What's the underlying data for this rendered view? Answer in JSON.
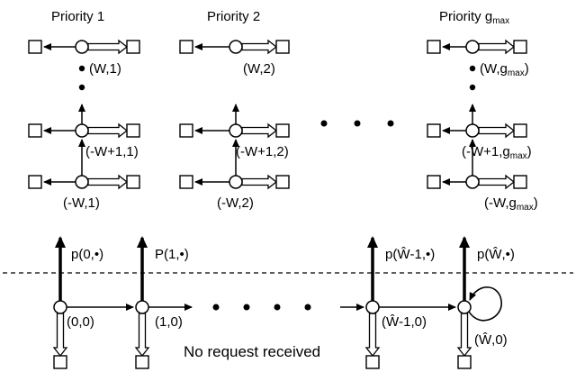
{
  "columns": [
    {
      "title": "Priority 1",
      "labels": {
        "top": "(W,1)",
        "mid": "(-W+1,1)",
        "bottom": "(-W,1)"
      }
    },
    {
      "title": "Priority 2",
      "labels": {
        "top": "(W,2)",
        "mid": "(-W+1,2)",
        "bottom": "(-W,2)"
      }
    },
    {
      "title_main": "Priority g",
      "title_sub": "max",
      "labels": {
        "top_main": "(W,g",
        "top_sub": "max",
        "top_end": ")",
        "mid_main": "(-W+1,g",
        "mid_sub": "max",
        "mid_end": ")",
        "bottom_main": "(-W,g",
        "bottom_sub": "max",
        "bottom_end": ")"
      }
    }
  ],
  "lower": {
    "states": [
      "(0,0)",
      "(1,0)",
      "(Ŵ-1,0)",
      "(Ŵ,0)"
    ],
    "probabilities": [
      "p(0,•)",
      "P(1,•)",
      "p(Ŵ-1,•)",
      "p(Ŵ,•)"
    ],
    "caption": "No request received"
  }
}
